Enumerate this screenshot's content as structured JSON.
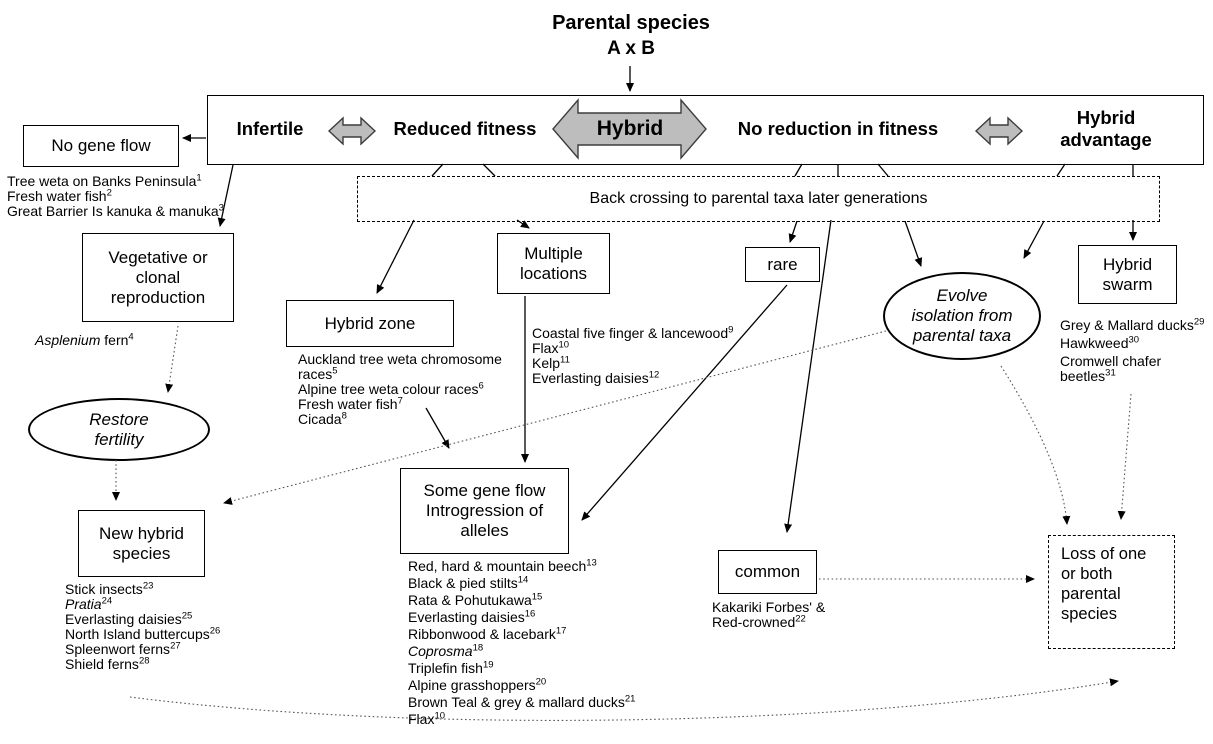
{
  "title": {
    "line1": "Parental species",
    "line2": "A x B"
  },
  "spectrum_bar": {
    "infertile": "Infertile",
    "reduced_fitness": "Reduced fitness",
    "hybrid": "Hybrid",
    "no_reduction": "No reduction in fitness",
    "hybrid_advantage": "Hybrid advantage"
  },
  "nodes": {
    "no_gene_flow": "No gene flow",
    "back_crossing": "Back crossing to parental taxa later generations",
    "vegetative": "Vegetative or clonal reproduction",
    "restore_fertility": "Restore fertility",
    "new_hybrid_species": "New hybrid species",
    "hybrid_zone": "Hybrid zone",
    "multiple_locations": "Multiple locations",
    "some_gene_flow": "Some gene flow",
    "introgression": "Introgression of alleles",
    "rare": "rare",
    "common": "common",
    "evolve_isolation": "Evolve isolation from parental taxa",
    "hybrid_swarm": "Hybrid swarm",
    "loss_parental": "Loss of one or both parental species"
  },
  "examples": {
    "no_gene_flow": [
      {
        "t": "Tree weta on Banks Peninsula",
        "s": "1"
      },
      {
        "t": "Fresh water fish",
        "s": "2"
      },
      {
        "t": "Great Barrier Is kanuka & manuka",
        "s": "3"
      }
    ],
    "vegetative": [
      {
        "i": "Asplenium",
        "t": " fern",
        "s": "4"
      }
    ],
    "hybrid_zone": [
      {
        "t": "Auckland tree weta chromosome races",
        "s": "5"
      },
      {
        "t": "Alpine tree weta colour races",
        "s": "6"
      },
      {
        "t": "Fresh water fish",
        "s": "7"
      },
      {
        "t": "Cicada",
        "s": "8"
      }
    ],
    "multiple_locations": [
      {
        "t": "Coastal five finger & lancewood",
        "s": "9"
      },
      {
        "t": "Flax",
        "s": "10"
      },
      {
        "t": "Kelp",
        "s": "11"
      },
      {
        "t": "Everlasting daisies",
        "s": "12"
      }
    ],
    "introgression": [
      {
        "t": "Red, hard & mountain beech",
        "s": "13"
      },
      {
        "t": "Black & pied stilts",
        "s": "14"
      },
      {
        "t": "Rata & Pohutukawa",
        "s": "15"
      },
      {
        "t": "Everlasting daisies",
        "s": "16"
      },
      {
        "t": "Ribbonwood & lacebark",
        "s": "17"
      },
      {
        "i": "Coprosma",
        "s": "18"
      },
      {
        "t": "Triplefin fish",
        "s": "19"
      },
      {
        "t": "Alpine grasshoppers",
        "s": "20"
      },
      {
        "t": "Brown Teal & grey & mallard ducks",
        "s": "21"
      },
      {
        "t": "Flax",
        "s": "10"
      }
    ],
    "new_hybrid_species": [
      {
        "t": "Stick insects",
        "s": "23"
      },
      {
        "i": "Pratia",
        "s": "24"
      },
      {
        "t": "Everlasting daisies",
        "s": "25"
      },
      {
        "t": "North Island buttercups",
        "s": "26"
      },
      {
        "t": "Spleenwort ferns",
        "s": "27"
      },
      {
        "t": "Shield ferns",
        "s": "28"
      }
    ],
    "common": [
      {
        "t": "Kakariki Forbes' &"
      },
      {
        "t": "Red-crowned",
        "s": "22"
      }
    ],
    "hybrid_swarm": [
      {
        "t": "Grey & Mallard ducks",
        "s": "29"
      },
      {
        "t": "Hawkweed",
        "s": "30"
      },
      {
        "t": "Cromwell chafer beetles",
        "s": "31"
      }
    ]
  },
  "colors": {
    "arrow_fill": "#bdbdbd",
    "arrow_stroke": "#3d3d3d",
    "line": "#000000",
    "dotted_line": "#575757"
  }
}
